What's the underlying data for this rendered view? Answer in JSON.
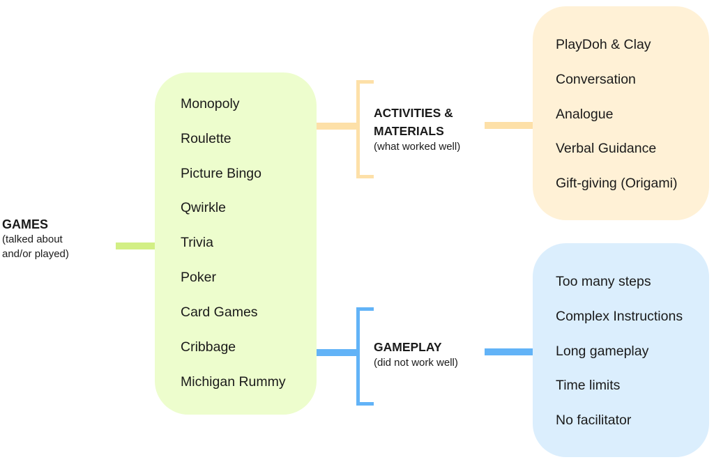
{
  "root": {
    "title": "GAMES",
    "subtitle_line1": "(talked about",
    "subtitle_line2": "and/or played)"
  },
  "games": {
    "items": [
      "Monopoly",
      "Roulette",
      "Picture Bingo",
      "Qwirkle",
      "Trivia",
      "Poker",
      "Card Games",
      "Cribbage",
      "Michigan Rummy"
    ]
  },
  "activities": {
    "title_line1": "ACTIVITIES &",
    "title_line2": "MATERIALS",
    "subtitle": "(what worked well)",
    "items": [
      "PlayDoh & Clay",
      "Conversation",
      "Analogue",
      "Verbal Guidance",
      "Gift-giving (Origami)"
    ]
  },
  "gameplay": {
    "title": "GAMEPLAY",
    "subtitle": "(did not work well)",
    "items": [
      "Too many steps",
      "Complex Instructions",
      "Long gameplay",
      "Time limits",
      "No facilitator"
    ]
  },
  "colors": {
    "games_fill": "#edfdcd",
    "games_connector": "#d2ef85",
    "activities_fill": "#fff1d6",
    "activities_connector": "#fde0a8",
    "gameplay_fill": "#dbeefd",
    "gameplay_connector": "#62b3f7"
  }
}
